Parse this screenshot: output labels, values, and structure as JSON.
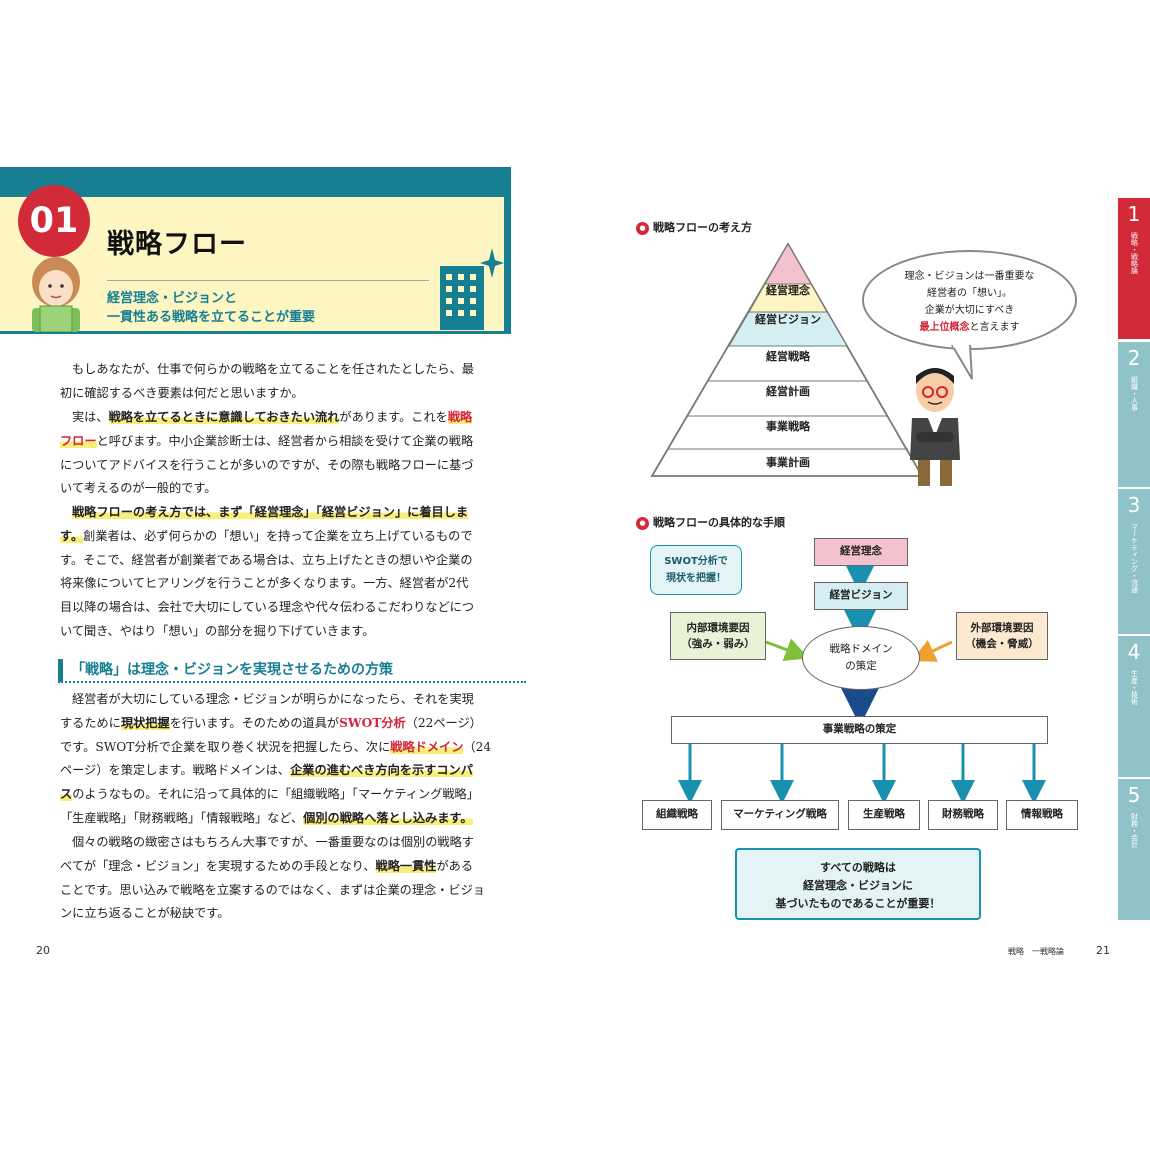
{
  "header": {
    "number": "01",
    "title": "戦略フロー",
    "subtitle_line1": "経営理念・ビジョンと",
    "subtitle_line2": "一貫性ある戦略を立てることが重要"
  },
  "body": {
    "p1": [
      "もしあなたが、仕事で何らかの戦略を立てることを任されたとしたら、最",
      "初に確認するべき要素は何だと思いますか。"
    ],
    "p2_l1_a": "実は、",
    "p2_l1_hl": "戦略を立てるときに意識しておきたい流れ",
    "p2_l1_b": "があります。これを",
    "p2_l1_red": "戦略",
    "p2_l2_red": "フロー",
    "p2_l2_b": "と呼びます。中小企業診断士は、経営者から相談を受けて企業の戦略",
    "p2_rest": [
      "についてアドバイスを行うことが多いのですが、その際も戦略フローに基づ",
      "いて考えるのが一般的です。"
    ],
    "p3_l1_hl": "戦略フローの考え方では、まず「経営理念」「経営ビジョン」に着目しま",
    "p3_l2_hl": "す。",
    "p3_l2_b": "創業者は、必ず何らかの「想い」を持って企業を立ち上げているもので",
    "p3_rest": [
      "す。そこで、経営者が創業者である場合は、立ち上げたときの想いや企業の",
      "将来像についてヒアリングを行うことが多くなります。一方、経営者が2代",
      "目以降の場合は、会社で大切にしている理念や代々伝わるこだわりなどにつ",
      "いて聞き、やはり「想い」の部分を掘り下げていきます。"
    ],
    "section_heading": "「戦略」は理念・ビジョンを実現させるための方策",
    "p4_l1": "経営者が大切にしている理念・ビジョンが明らかになったら、それを実現",
    "p4_l2_a": "するために",
    "p4_l2_hl": "現状把握",
    "p4_l2_b": "を行います。そのための道具が",
    "p4_l2_red": "SWOT分析",
    "p4_l2_c": "（22ページ）",
    "p4_l3_a": "です。SWOT分析で企業を取り巻く状況を把握したら、次に",
    "p4_l3_red": "戦略ドメイン",
    "p4_l3_b": "（24",
    "p4_l4_a": "ページ）を策定します。戦略ドメインは、",
    "p4_l4_hl": "企業の進むべき方向を示すコンパ",
    "p4_l5_hl": "ス",
    "p4_l5_b": "のようなもの。それに沿って具体的に「組織戦略」「マーケティング戦略」",
    "p4_l6_a": "「生産戦略」「財務戦略」「情報戦略」など、",
    "p4_l6_hl": "個別の戦略へ落とし込みます。",
    "p5_l1": "個々の戦略の緻密さはもちろん大事ですが、一番重要なのは個別の戦略す",
    "p5_l2_a": "べてが「理念・ビジョン」を実現するための手段となり、",
    "p5_l2_hl": "戦略一貫性",
    "p5_l2_b": "がある",
    "p5_rest": [
      "ことです。思い込みで戦略を立案するのではなく、まずは企業の理念・ビジョ",
      "ンに立ち返ることが秘訣です。"
    ]
  },
  "footer": {
    "left_page": "20",
    "right_running_head": "戦略　一戦略論",
    "right_page": "21"
  },
  "figure1": {
    "title": "戦略フローの考え方",
    "levels": [
      "経営理念",
      "経営ビジョン",
      "経営戦略",
      "経営計画",
      "事業戦略",
      "事業計画"
    ],
    "bubble": {
      "line1": "理念・ビジョンは一番重要な",
      "line2": "経営者の「想い」。",
      "line3": "企業が大切にすべき",
      "line4_red": "最上位概念",
      "line4_rest": "と言えます"
    }
  },
  "figure2": {
    "title": "戦略フローの具体的な手順",
    "swot_line1": "SWOT分析で",
    "swot_line2": "現状を把握！",
    "rinen": "経営理念",
    "vision": "経営ビジョン",
    "internal_line1": "内部環境要因",
    "internal_line2": "（強み・弱み）",
    "external_line1": "外部環境要因",
    "external_line2": "（機会・脅威）",
    "domain_line1": "戦略ドメイン",
    "domain_line2": "の策定",
    "business": "事業戦略の策定",
    "functional": [
      "組織戦略",
      "マーケティング戦略",
      "生産戦略",
      "財務戦略",
      "情報戦略"
    ],
    "conclusion_line1": "すべての戦略は",
    "conclusion_line2": "経営理念・ビジョンに",
    "conclusion_line3": "基づいたものであることが重要！"
  },
  "tabs": [
    {
      "num": "1",
      "label": "戦略・戦略論"
    },
    {
      "num": "2",
      "label": "組織・人事"
    },
    {
      "num": "3",
      "label": "マーケティング・流通"
    },
    {
      "num": "4",
      "label": "生産・技術"
    },
    {
      "num": "5",
      "label": "財務・会計"
    }
  ]
}
